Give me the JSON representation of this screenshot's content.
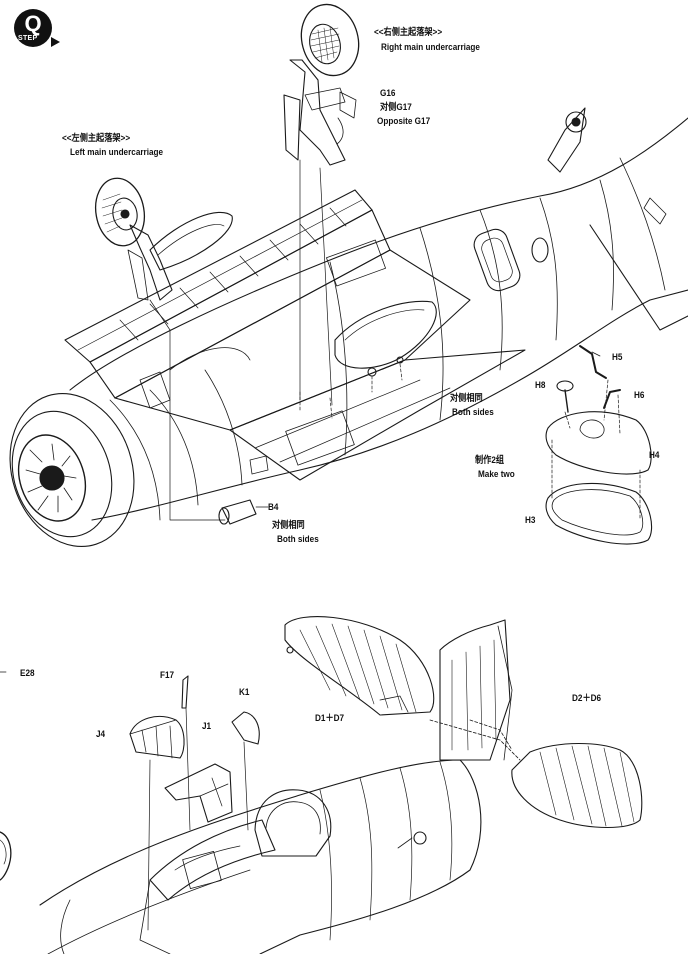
{
  "step": {
    "letter": "Q",
    "word": "STEP"
  },
  "labels": {
    "right_gear_cn": "<<右侧主起落架>>",
    "right_gear_en": "Right main undercarriage",
    "left_gear_cn": "<<左侧主起落架>>",
    "left_gear_en": "Left main undercarriage",
    "g16": "G16",
    "g17_cn": "对侧G17",
    "g17_en": "Opposite G17",
    "h5": "H5",
    "h8": "H8",
    "h6": "H6",
    "h4": "H4",
    "h3": "H3",
    "both_sides_cn_1": "对侧相同",
    "both_sides_en_1": "Both sides",
    "make_two_cn": "制作2组",
    "make_two_en": "Make two",
    "b4": "B4",
    "both_sides_cn_2": "对侧相同",
    "both_sides_en_2": "Both sides",
    "e28": "E28",
    "f17": "F17",
    "k1": "K1",
    "j4": "J4",
    "j1": "J1",
    "d1_d7": "D1＋D7",
    "d2_d6": "D2＋D6"
  }
}
